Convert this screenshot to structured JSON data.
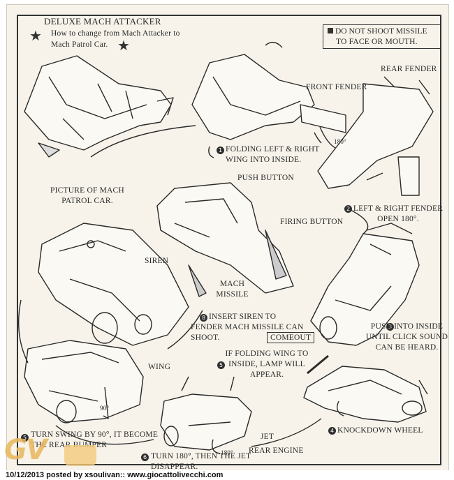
{
  "header": {
    "title": "DELUXE MACH ATTACKER",
    "subtitle": "How to change from Mach Attacker to Mach Patrol Car."
  },
  "warning": {
    "text_line1": "DO NOT SHOOT MISSILE",
    "text_line2": "TO FACE OR MOUTH."
  },
  "labels": {
    "rear_fender": "REAR FENDER",
    "front_fender": "FRONT FENDER",
    "degrees_180_a": "180°",
    "step1": "FOLDING LEFT & RIGHT WING INTO INSIDE.",
    "push_button": "PUSH BUTTON",
    "picture_of": "PICTURE OF MACH PATROL CAR.",
    "step2": "LEFT & RIGHT FENDER OPEN 180°.",
    "firing_button": "FIRING BUTTON",
    "siren": "SIREN",
    "mach_missile": "MACH MISSILE",
    "step3_insert": "INSERT SIREN TO FENDER MACH MISSILE CAN SHOOT.",
    "step_push": "PUSH INTO INSIDE UNTIL CLICK SOUND CAN BE HEARD.",
    "comeout": "COMEOUT",
    "step5": "IF FOLDING WING TO INSIDE, LAMP WILL APPEAR.",
    "wing": "WING",
    "degrees_90": "90°",
    "degrees_180_b": "180°",
    "step_turn_swing": "TURN SWING BY 90°, IT BECOME THE REAR BUMPER",
    "jet": "JET",
    "rear_engine": "REAR ENGINE",
    "knockdown_wheel": "KNOCKDOWN WHEEL",
    "step6": "TURN 180°, THEN THE JET DISAPPEAR."
  },
  "step_numbers": {
    "n1": "1",
    "n2": "2",
    "n3": "3",
    "n4": "4",
    "n5": "5",
    "n6": "6",
    "n8": "8"
  },
  "footer": {
    "credit": "10/12/2013 posted by xsoulivan:: www.giocattolivecchi.com"
  },
  "watermark": {
    "logo": "GV"
  }
}
